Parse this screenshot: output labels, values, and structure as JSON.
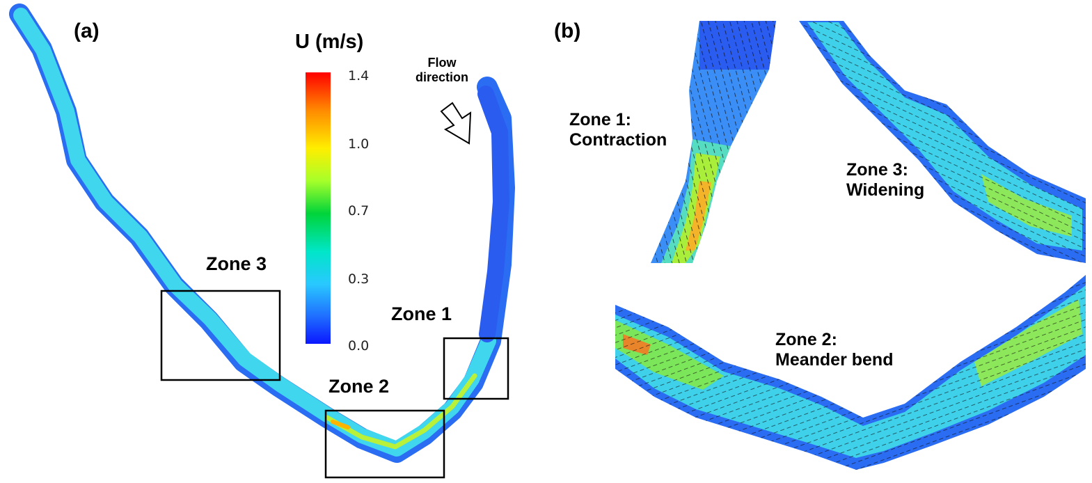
{
  "panels": {
    "a": "(a)",
    "b": "(b)"
  },
  "colorbar": {
    "title": "U (m/s)",
    "ticks": [
      "1.4",
      "1.0",
      "0.7",
      "0.3",
      "0.0"
    ],
    "gradient_colors": [
      "#ff0000",
      "#ff8a00",
      "#ffee00",
      "#a6ff2a",
      "#00d43a",
      "#00e6c8",
      "#29c8ff",
      "#1f6dff",
      "#0b17ff"
    ]
  },
  "panel_a": {
    "flow_label_line1": "Flow",
    "flow_label_line2": "direction",
    "zones": [
      "Zone 1",
      "Zone 2",
      "Zone 3"
    ]
  },
  "panel_b": {
    "zone1": [
      "Zone 1:",
      "Contraction"
    ],
    "zone3": [
      "Zone 3:",
      "Widening"
    ],
    "zone2": [
      "Zone 2:",
      "Meander bend"
    ]
  }
}
